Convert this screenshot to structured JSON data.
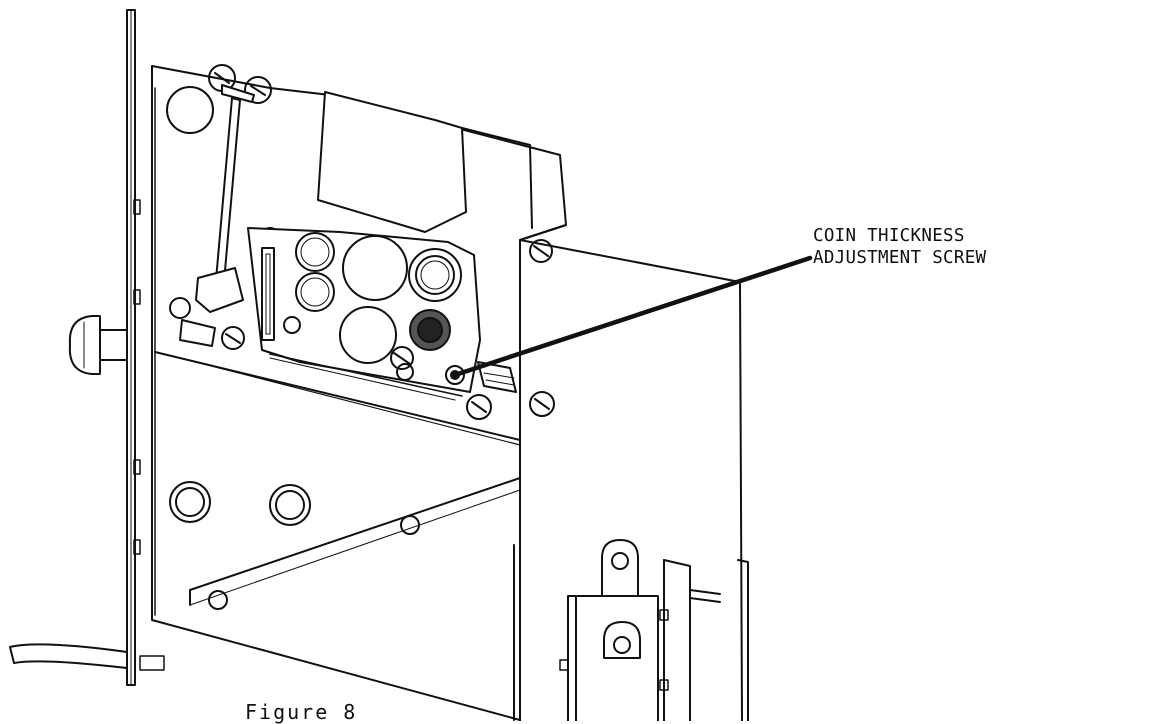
{
  "figure": {
    "callout": {
      "line1": "COIN THICKNESS",
      "line2": "ADJUSTMENT SCREW"
    },
    "caption": "Figure 8"
  },
  "colors": {
    "ink": "#111111",
    "paper": "#ffffff"
  }
}
